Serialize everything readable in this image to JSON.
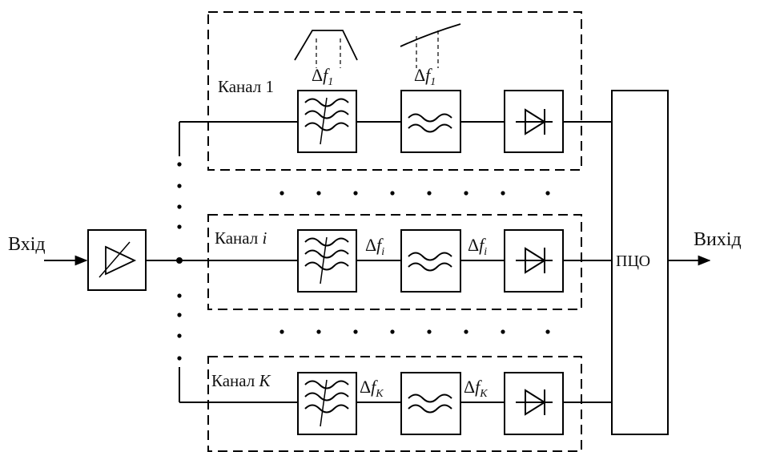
{
  "input_label": "Вхід",
  "output_label": "Вихід",
  "processor_label": "ПЦО",
  "channels": [
    {
      "prefix": "Канал",
      "index": "1",
      "band_symbol": "Δ",
      "band_var": "f",
      "band_sub": "1"
    },
    {
      "prefix": "Канал",
      "index": "i",
      "band_symbol": "Δ",
      "band_var": "f",
      "band_sub": "i"
    },
    {
      "prefix": "Канал",
      "index": "K",
      "band_symbol": "Δ",
      "band_var": "f",
      "band_sub": "K"
    }
  ]
}
